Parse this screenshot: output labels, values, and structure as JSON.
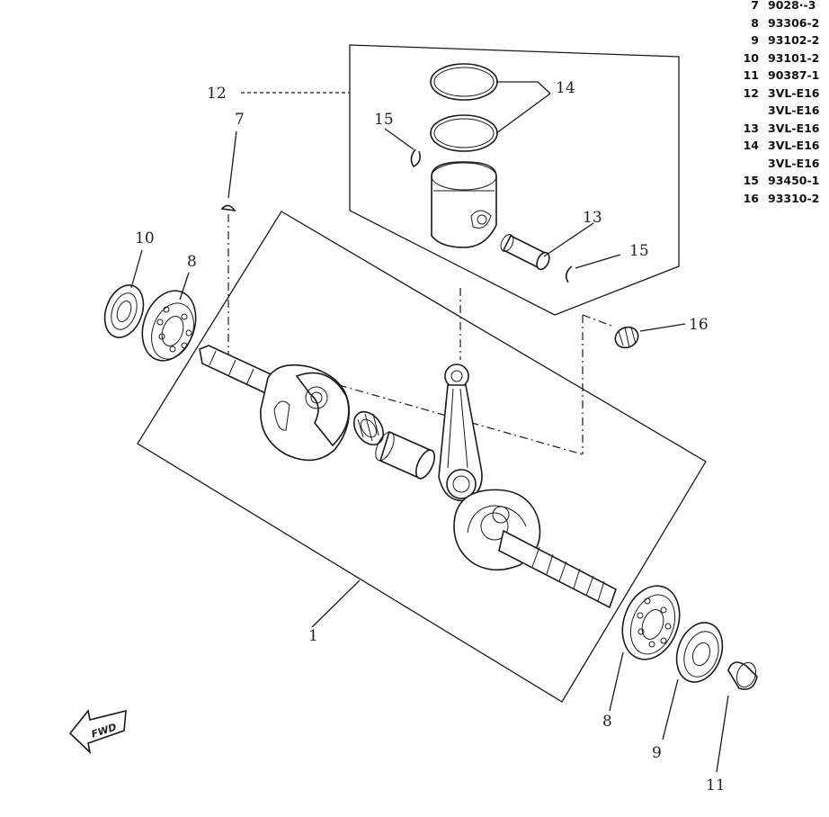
{
  "parts_list": [
    {
      "num": "7",
      "code": "9028·-3"
    },
    {
      "num": "8",
      "code": "93306-2"
    },
    {
      "num": "9",
      "code": "93102-2"
    },
    {
      "num": "10",
      "code": "93101-2"
    },
    {
      "num": "11",
      "code": "90387-1"
    },
    {
      "num": "12",
      "code": "3VL-E16"
    },
    {
      "num": "",
      "code": "3VL-E16"
    },
    {
      "num": "13",
      "code": "3VL-E16"
    },
    {
      "num": "14",
      "code": "3VL-E16"
    },
    {
      "num": "",
      "code": "3VL-E16"
    },
    {
      "num": "15",
      "code": "93450-1"
    },
    {
      "num": "16",
      "code": "93310-2"
    }
  ],
  "callouts": {
    "c1": "1",
    "c7": "7",
    "c8a": "8",
    "c8b": "8",
    "c9": "9",
    "c10": "10",
    "c11": "11",
    "c12": "12",
    "c13": "13",
    "c14": "14",
    "c15a": "15",
    "c15b": "15",
    "c16": "16"
  },
  "fwd_label": "FWD"
}
